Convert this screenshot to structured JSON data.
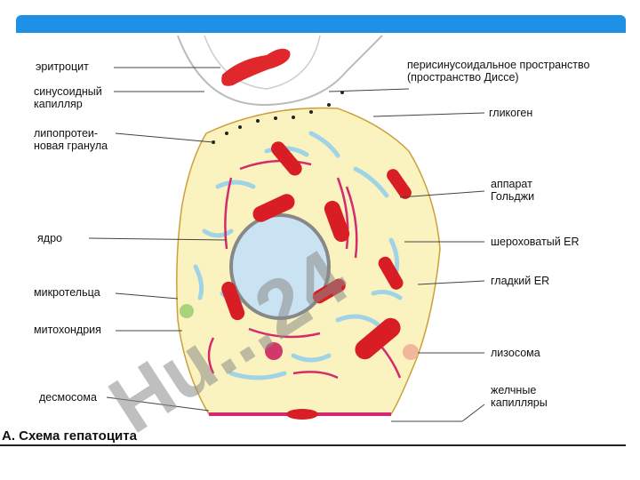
{
  "labels": {
    "erythrocyte": "эритроцит",
    "sinusoid": "синусоидный\nкапилляр",
    "lipoprotein": "липопротеи-\nновая гранула",
    "nucleus": "ядро",
    "microbody": "микротельца",
    "mitochondria": "митохондрия",
    "desmosome": "десмосома",
    "disse": "перисинусоидальное пространство\n(пространство Диссе)",
    "glycogen": "гликоген",
    "golgi": "аппарат\nГольджи",
    "rough_er": "шероховатый ER",
    "smooth_er": "гладкий ER",
    "lysosome": "лизосома",
    "bile": "желчные\nкапилляры"
  },
  "caption": "А. Схема гепатоцита",
  "watermark": "Hu...24",
  "colors": {
    "header": "#1e90e6",
    "cell": "#fbf3bf",
    "mito": "#d81e24",
    "er_rough": "#d42a6e",
    "er_smooth": "#9fd3e6",
    "nucleus": "#c9e3f2",
    "watermark_purple": "#a58be8",
    "watermark_grey": "#8a8a8a"
  }
}
